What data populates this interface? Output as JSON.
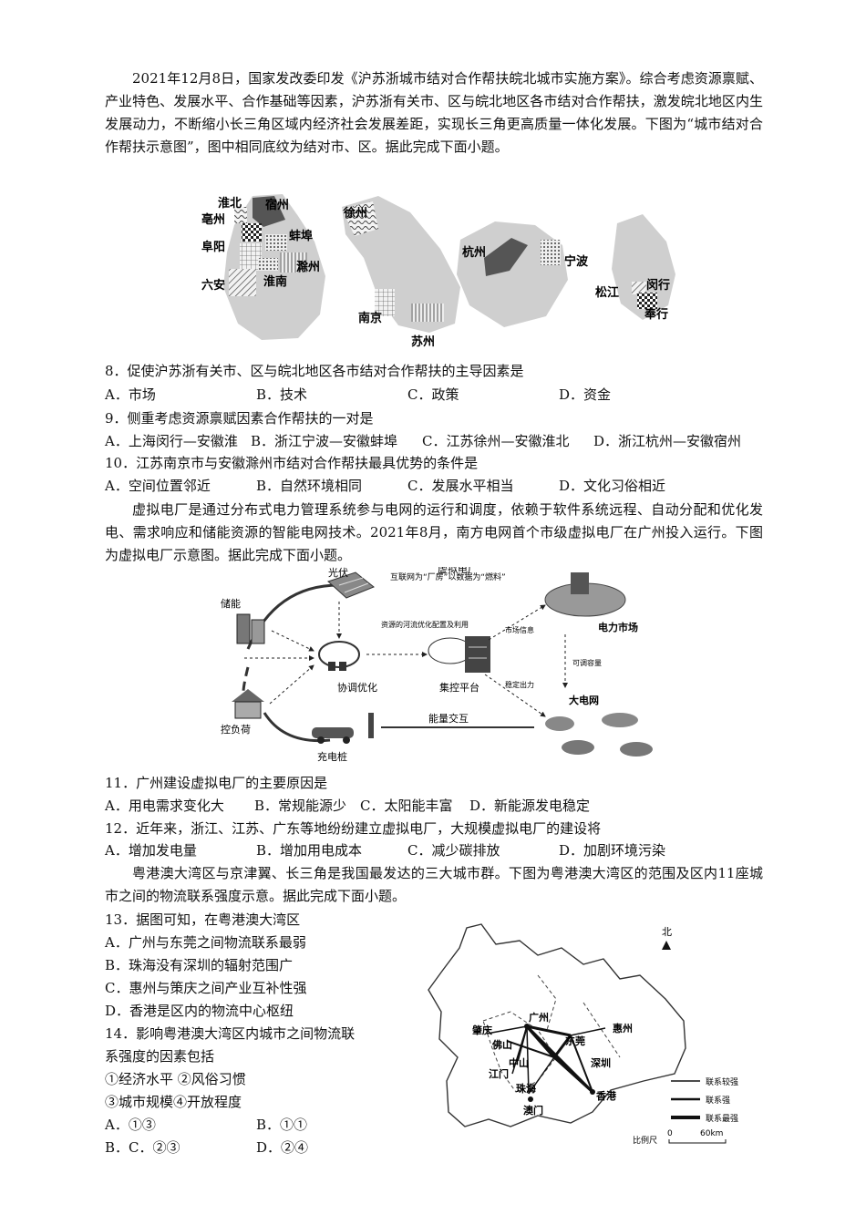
{
  "passage1": "2021年12月8日，国家发改委印发《沪苏浙城市结对合作帮扶皖北城市实施方案》。综合考虑资源禀赋、产业特色、发展水平、合作基础等因素，沪苏浙有关市、区与皖北地区各市结对合作帮扶，激发皖北地区内生发展动力，不断缩小长三角区域内经济社会发展差距，实现长三角更高质量一体化发展。下图为“城市结对合作帮扶示意图”，图中相同底纹为结对市、区。据此完成下面小题。",
  "map1": {
    "anhui": [
      "淮北",
      "宿州",
      "亳州",
      "蚌埠",
      "阜阳",
      "滁州",
      "六安",
      "淮南"
    ],
    "jiangsu": [
      "徐州",
      "南京",
      "苏州"
    ],
    "zhejiang": [
      "杭州",
      "宁波"
    ],
    "shanghai": [
      "松江",
      "闵行",
      "奉行"
    ]
  },
  "q8": {
    "stem": "8．促使沪苏浙有关市、区与皖北地区各市结对合作帮扶的主导因素是",
    "options": [
      "A．市场",
      "B．技术",
      "C．政策",
      "D．资金"
    ]
  },
  "q9": {
    "stem": "9．侧重考虑资源禀赋因素合作帮扶的一对是",
    "options": [
      "A．上海闵行—安徽淮",
      "B．浙江宁波—安徽蚌埠",
      "C．江苏徐州—安徽淮北",
      "D．浙江杭州—安徽宿州"
    ]
  },
  "q10": {
    "stem": "10．江苏南京市与安徽滁州市结对合作帮扶最具优势的条件是",
    "options": [
      "A．空间位置邻近",
      "B．自然环境相同",
      "C．发展水平相当",
      "D．文化习俗相近"
    ]
  },
  "passage2": "虚拟电厂是通过分布式电力管理系统参与电网的运行和调度，依赖于软件系统远程、自动分配和优化发电、需求响应和储能资源的智能电网技术。2021年8月，南方电网首个市级虚拟电厂在广州投入运行。下图为虚拟电厂示意图。据此完成下面小题。",
  "vpp": {
    "solar": "光伏",
    "storage": "储能",
    "virtual_plant": "虚拟电厂",
    "internet_note": "互联网为“厂房”以数据为“燃料”",
    "resource_note": "资源的河流优化配置及利用",
    "power_market": "电力市场",
    "market_info": "市场信息",
    "adjustable_capacity": "可调容量",
    "coordination": "协调优化",
    "control_platform": "集控平台",
    "stable_output": "稳定出力",
    "big_grid": "大电网",
    "load_control": "控负荷",
    "charging_pile": "充电桩",
    "energy_exchange": "能量交互"
  },
  "q11": {
    "stem": "11．广州建设虚拟电厂的主要原因是",
    "options": [
      "A．用电需求变化大",
      "B．常规能源少",
      "C．太阳能丰富",
      "D．新能源发电稳定"
    ]
  },
  "q12": {
    "stem": "12．近年来，浙江、江苏、广东等地纷纷建立虚拟电厂，大规模虚拟电厂的建设将",
    "options": [
      "A．增加发电量",
      "B．增加用电成本",
      "C．减少碳排放",
      "D．加剧环境污染"
    ]
  },
  "passage3": "粤港澳大湾区与京津翼、长三角是我国最发达的三大城市群。下图为粤港澳大湾区的范围及区内11座城市之间的物流联系强度示意。据此完成下面小题。",
  "q13": {
    "stem": "13．据图可知，在粤港澳大湾区",
    "options": [
      "A．广州与东莞之间物流联系最弱",
      "B．珠海没有深圳的辐射范围广",
      "C．惠州与策庆之间产业互补性强",
      "D．香港是区内的物流中心枢纽"
    ]
  },
  "q14": {
    "stem_line1": "14．影响粤港澳大湾区内城市之间物流联",
    "stem_line2": "系强度的因素包括",
    "factors1": "①经济水平 ②风俗习惯",
    "factors2": "③城市规模④开放程度",
    "options": [
      "A．①③",
      "B．①①",
      "B．C．②③",
      "D．②④"
    ]
  },
  "gba": {
    "north": "北",
    "cities": [
      "肇庆",
      "广州",
      "惠州",
      "佛山",
      "东莞",
      "中山",
      "深圳",
      "江门",
      "珠海",
      "香港",
      "澳门"
    ],
    "legend": [
      "联系较强",
      "联系强",
      "联系最强"
    ],
    "scale_label": "比例尺",
    "scale_zero": "0",
    "scale_km": "60km"
  }
}
